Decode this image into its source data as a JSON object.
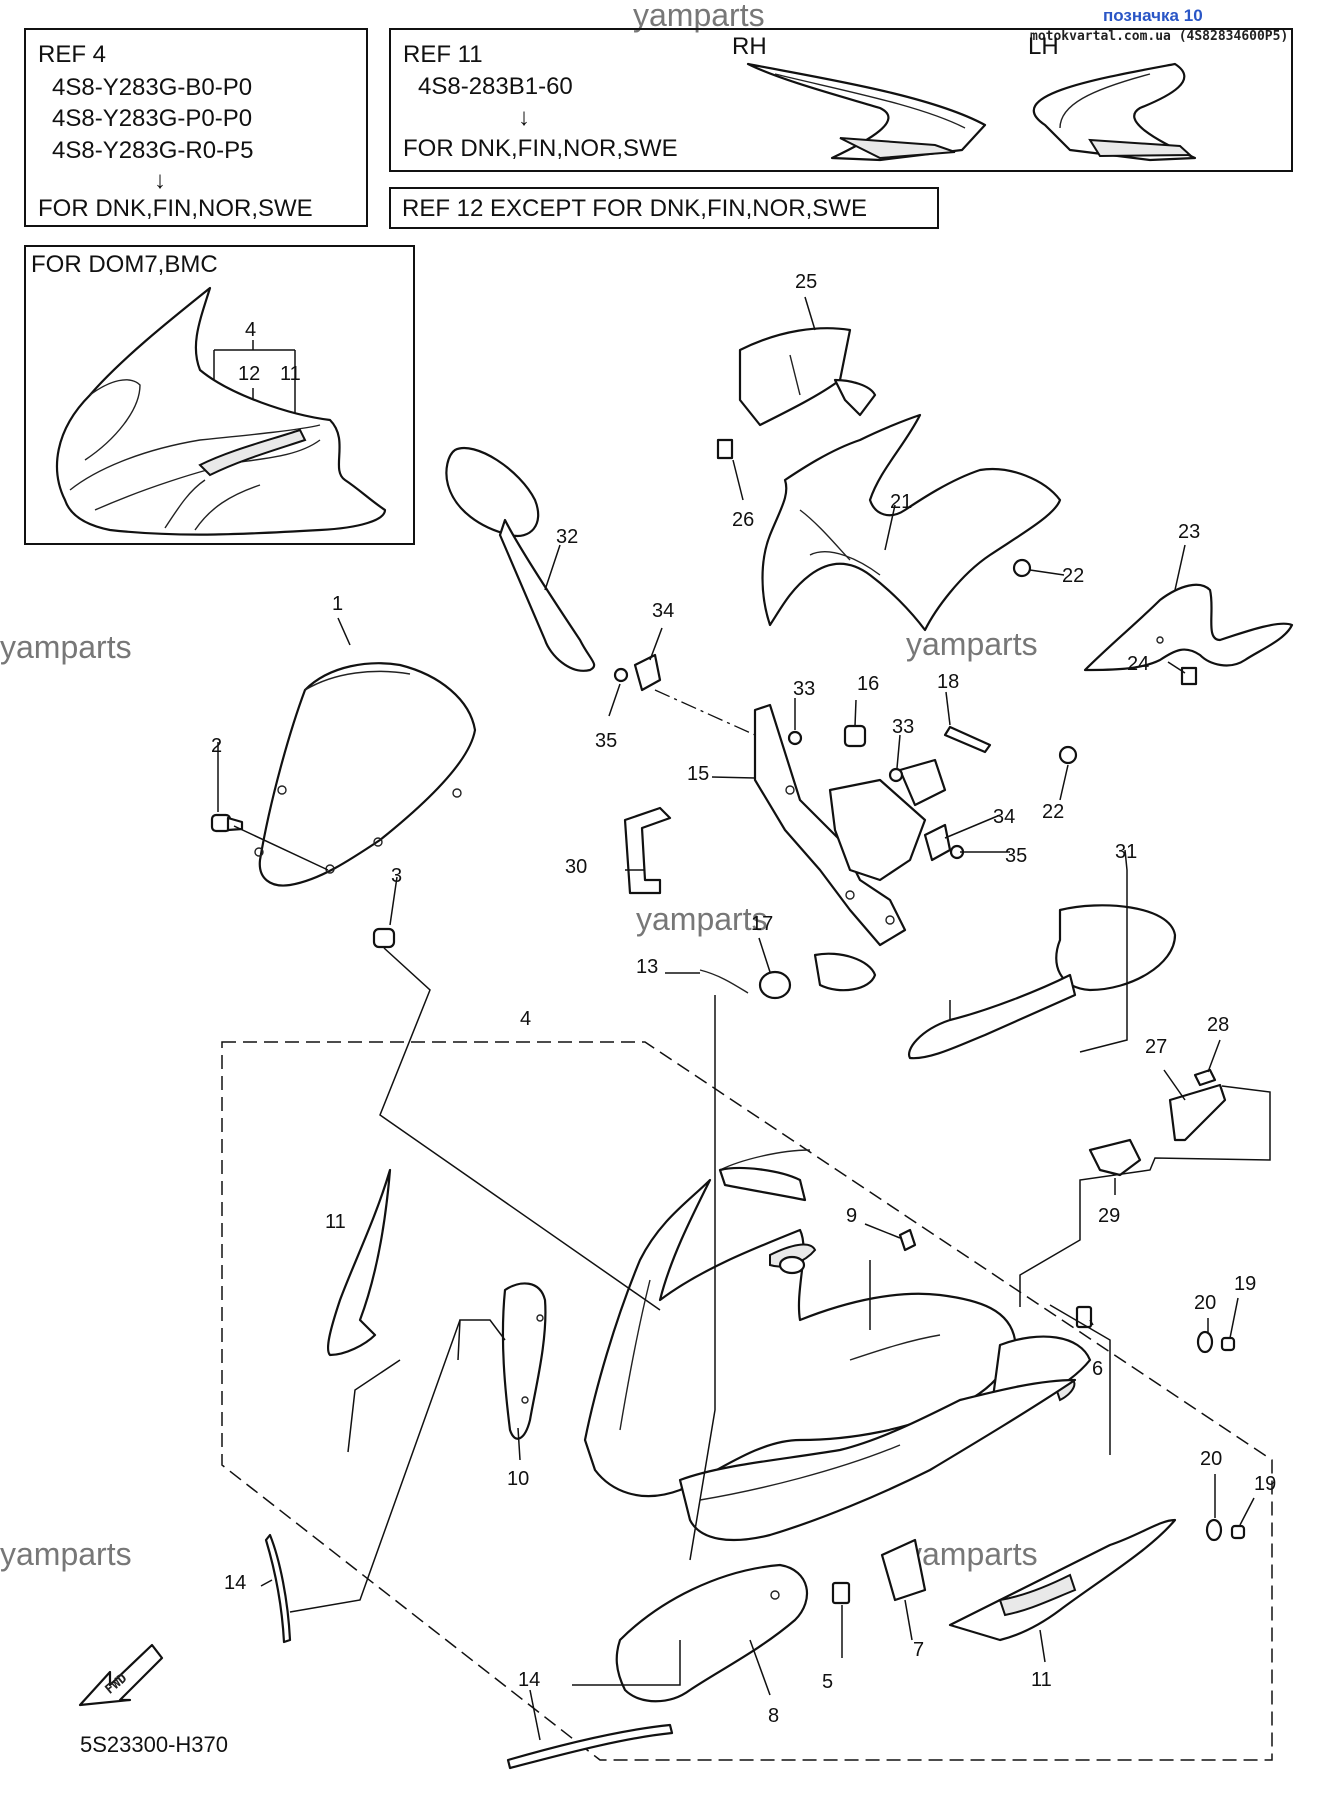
{
  "header": {
    "watermark_top": "yamparts",
    "badge": "позначка 10",
    "site": "motokvartal.com.ua (4S82834600P5)"
  },
  "ref4": {
    "title": "REF 4",
    "codes": [
      "4S8-Y283G-B0-P0",
      "4S8-Y283G-P0-P0",
      "4S8-Y283G-R0-P5"
    ],
    "arrow": "↓",
    "markets": "FOR DNK,FIN,NOR,SWE"
  },
  "ref11": {
    "title": "REF 11",
    "code": "4S8-283B1-60",
    "arrow": "↓",
    "markets": "FOR DNK,FIN,NOR,SWE",
    "rh": "RH",
    "lh": "LH"
  },
  "ref12": {
    "text": "REF 12  EXCEPT FOR DNK,FIN,NOR,SWE"
  },
  "inset": {
    "title": "FOR DOM7,BMC",
    "labels": [
      "4",
      "12",
      "11"
    ]
  },
  "watermarks": [
    "yamparts",
    "yamparts",
    "yamparts",
    "yamparts",
    "yamparts"
  ],
  "callouts": [
    "1",
    "2",
    "3",
    "4",
    "5",
    "6",
    "7",
    "8",
    "9",
    "10",
    "11",
    "11",
    "13",
    "14",
    "14",
    "15",
    "16",
    "17",
    "18",
    "19",
    "19",
    "20",
    "20",
    "21",
    "22",
    "22",
    "23",
    "24",
    "25",
    "26",
    "27",
    "28",
    "29",
    "30",
    "31",
    "32",
    "33",
    "33",
    "34",
    "34",
    "35",
    "35"
  ],
  "fwd": "FWD",
  "diagram_code": "5S23300-H370"
}
